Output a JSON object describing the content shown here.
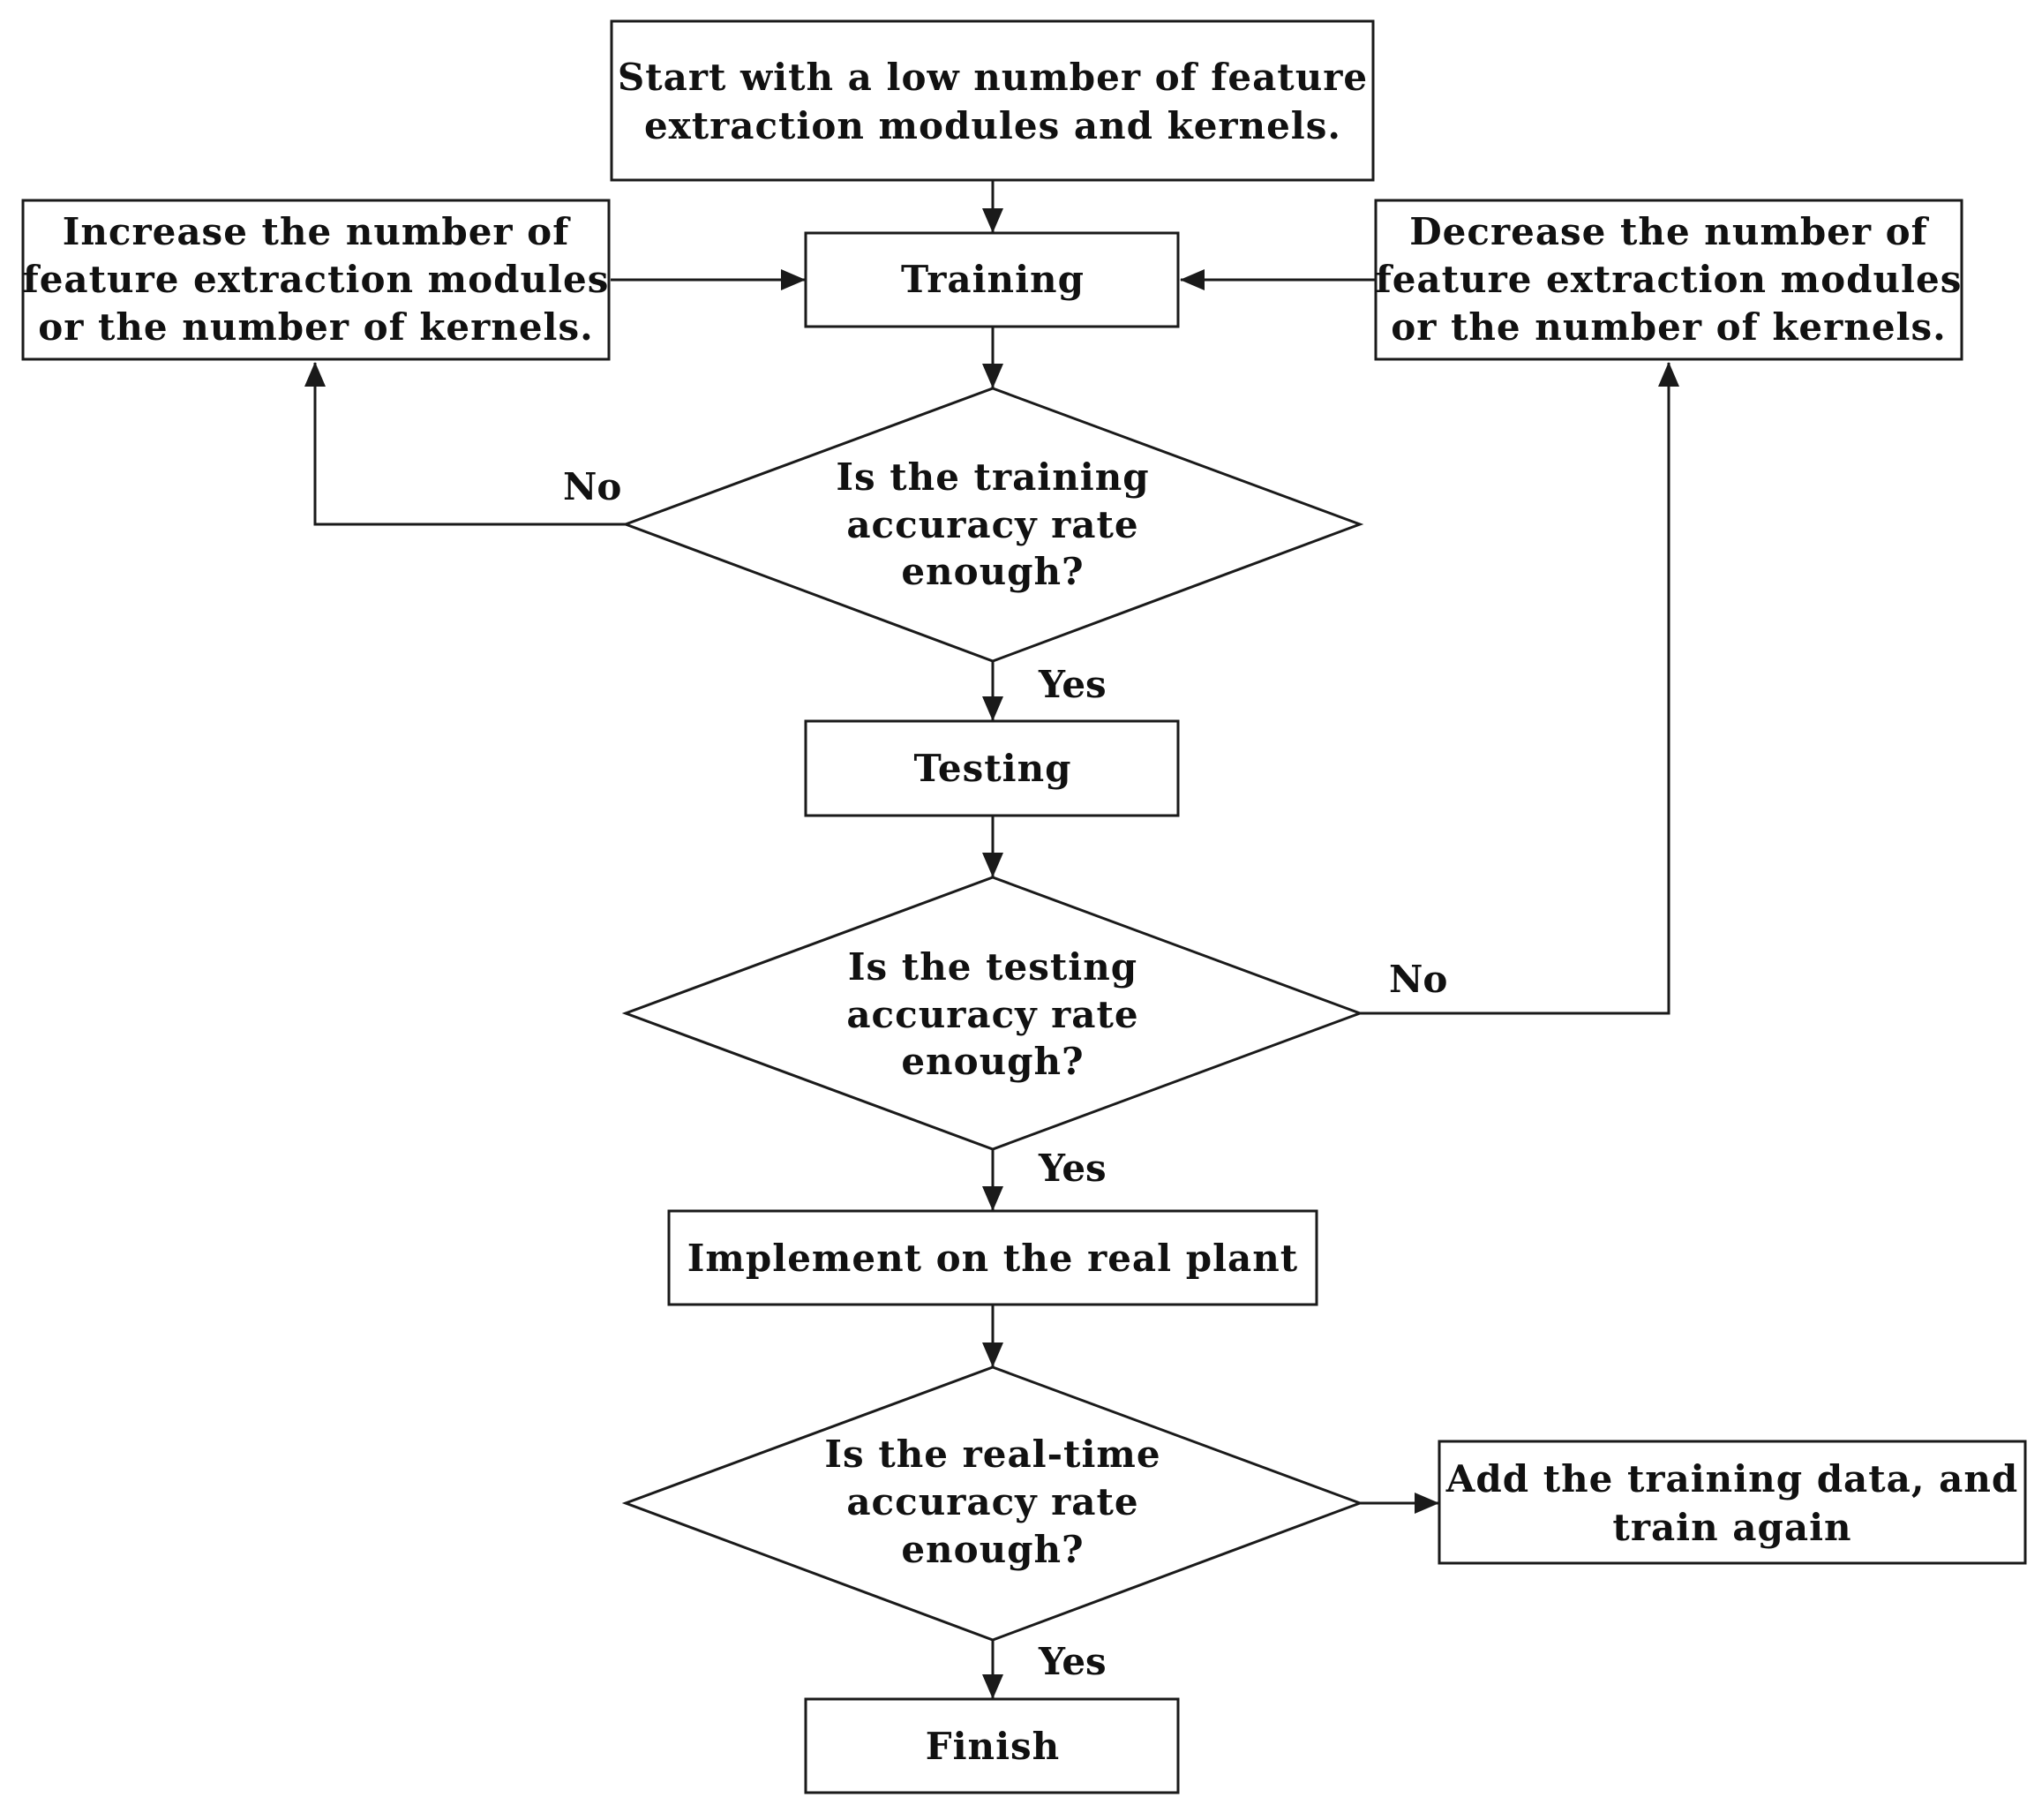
{
  "nodes": {
    "start": [
      "Start with a low number of feature",
      "extraction modules and kernels."
    ],
    "increase": [
      "Increase the number of",
      "feature extraction modules",
      "or the number of kernels."
    ],
    "training": [
      "Training"
    ],
    "decrease": [
      "Decrease the number of",
      "feature extraction modules",
      "or the number of kernels."
    ],
    "check_training": [
      "Is the training",
      "accuracy rate",
      "enough?"
    ],
    "testing": [
      "Testing"
    ],
    "check_testing": [
      "Is the testing",
      "accuracy rate",
      "enough?"
    ],
    "implement": [
      "Implement on the real plant"
    ],
    "check_realtime": [
      "Is the real-time",
      "accuracy rate",
      "enough?"
    ],
    "add_data": [
      "Add the training data, and",
      "train again"
    ],
    "finish": [
      "Finish"
    ]
  },
  "edge_labels": {
    "training_no": "No",
    "training_yes": "Yes",
    "testing_no": "No",
    "testing_yes": "Yes",
    "realtime_yes": "Yes"
  },
  "colors": {
    "stroke": "#1a1a1a",
    "text": "#111111",
    "background": "#ffffff"
  }
}
